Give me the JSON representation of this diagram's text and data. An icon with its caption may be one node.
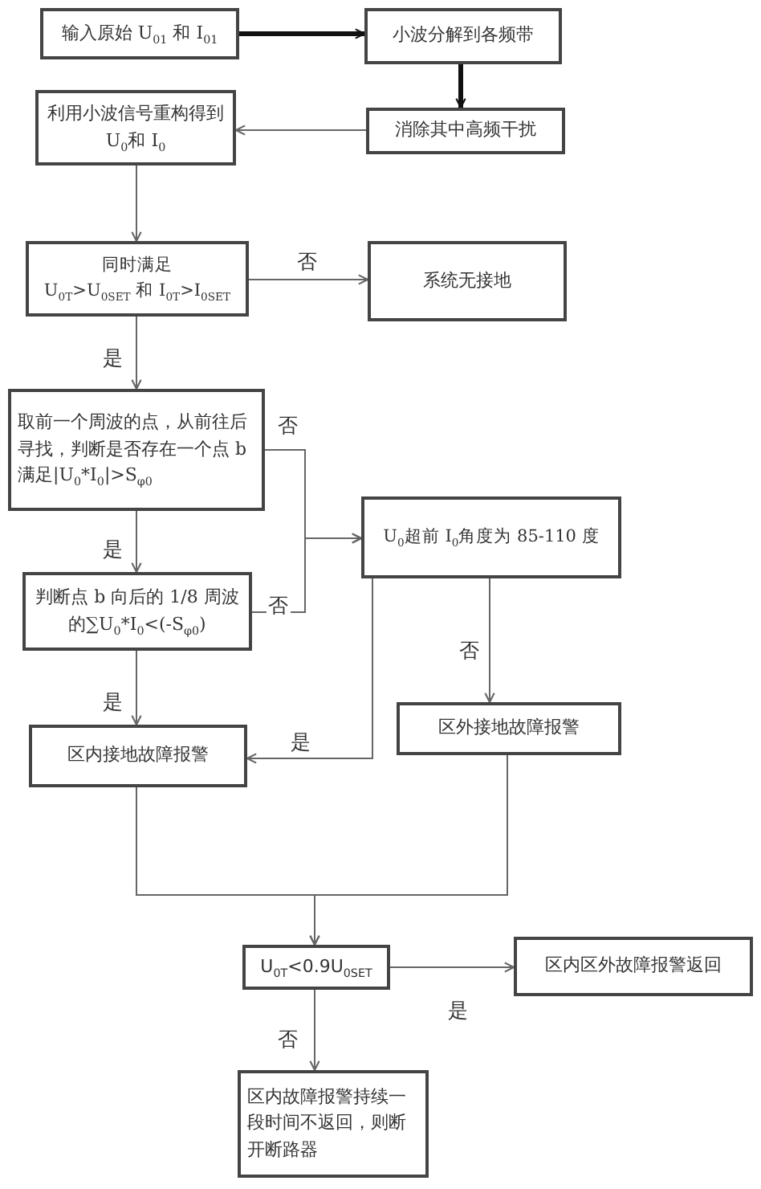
{
  "diagram": {
    "nodes": [
      {
        "text": [
          "输入原始 U$_{01}$ 和 I$_{01}$"
        ]
      },
      {
        "text": [
          "小波分解到各频带"
        ]
      },
      {
        "text": [
          "消除其中高频干扰"
        ]
      },
      {
        "text": [
          "利用小波信号重构得到 U$_{0}$和 I$_{0}$"
        ]
      },
      {
        "text": [
          "同时满足",
          "U$_{0T}$>U$_{0SET}$ 和 I$_{0T}$>I$_{0SET}$"
        ]
      },
      {
        "text": [
          "系统无接地"
        ]
      },
      {
        "text": [
          "取前一个周波的点，从前往后寻找，判断是否存在一个点 b 满足|U$_{0}$*I$_{0}$|>S$_{φ0}$"
        ]
      },
      {
        "text": [
          "U$_{0}$超前 I$_{0}$角度为 85-110 度"
        ]
      },
      {
        "text": [
          "判断点 b 向后的 1/8 周波的∑U$_{0}$*I$_{0}$<(-S$_{φ0}$)"
        ]
      },
      {
        "text": [
          "区内接地故障报警"
        ]
      },
      {
        "text": [
          "区外接地故障报警"
        ]
      },
      {
        "text": [
          "U$_{0T}$<0.9U$_{0SET}$"
        ]
      },
      {
        "text": [
          "区内区外故障报警返回"
        ]
      },
      {
        "text": [
          "区内故障报警持续一段时间不返回，则断开断路器"
        ]
      }
    ],
    "edges": [
      {
        "from": 0,
        "to": 1,
        "arrow": "to",
        "style": "thick",
        "color": "#111111"
      },
      {
        "from": 1,
        "to": 2,
        "arrow": "to",
        "style": "thick",
        "color": "#111111"
      },
      {
        "from": 2,
        "to": 3,
        "arrow": "to"
      },
      {
        "from": 3,
        "to": 4,
        "arrow": "to"
      },
      {
        "from": 4,
        "to": 5,
        "arrow": "to",
        "label": "否"
      },
      {
        "from": 4,
        "to": 6,
        "arrow": "to",
        "label": "是"
      },
      {
        "from": 6,
        "to": 7,
        "arrow": "to",
        "label": "否"
      },
      {
        "from": 8,
        "to": 7,
        "arrow": "to",
        "label": "否"
      },
      {
        "from": 6,
        "to": 8,
        "arrow": "to",
        "label": "是"
      },
      {
        "from": 8,
        "to": 9,
        "arrow": "to",
        "label": "是"
      },
      {
        "from": 7,
        "to": 10,
        "arrow": "to",
        "label": "否"
      },
      {
        "from": 7,
        "to": 9,
        "arrow": "to",
        "label": "是"
      },
      {
        "from": 9,
        "to": 11,
        "arrow": "to"
      },
      {
        "from": 10,
        "to": 11,
        "arrow": "to"
      },
      {
        "from": 11,
        "to": 12,
        "arrow": "to",
        "label": "是"
      },
      {
        "from": 11,
        "to": 13,
        "arrow": "to",
        "label": "否"
      }
    ]
  }
}
